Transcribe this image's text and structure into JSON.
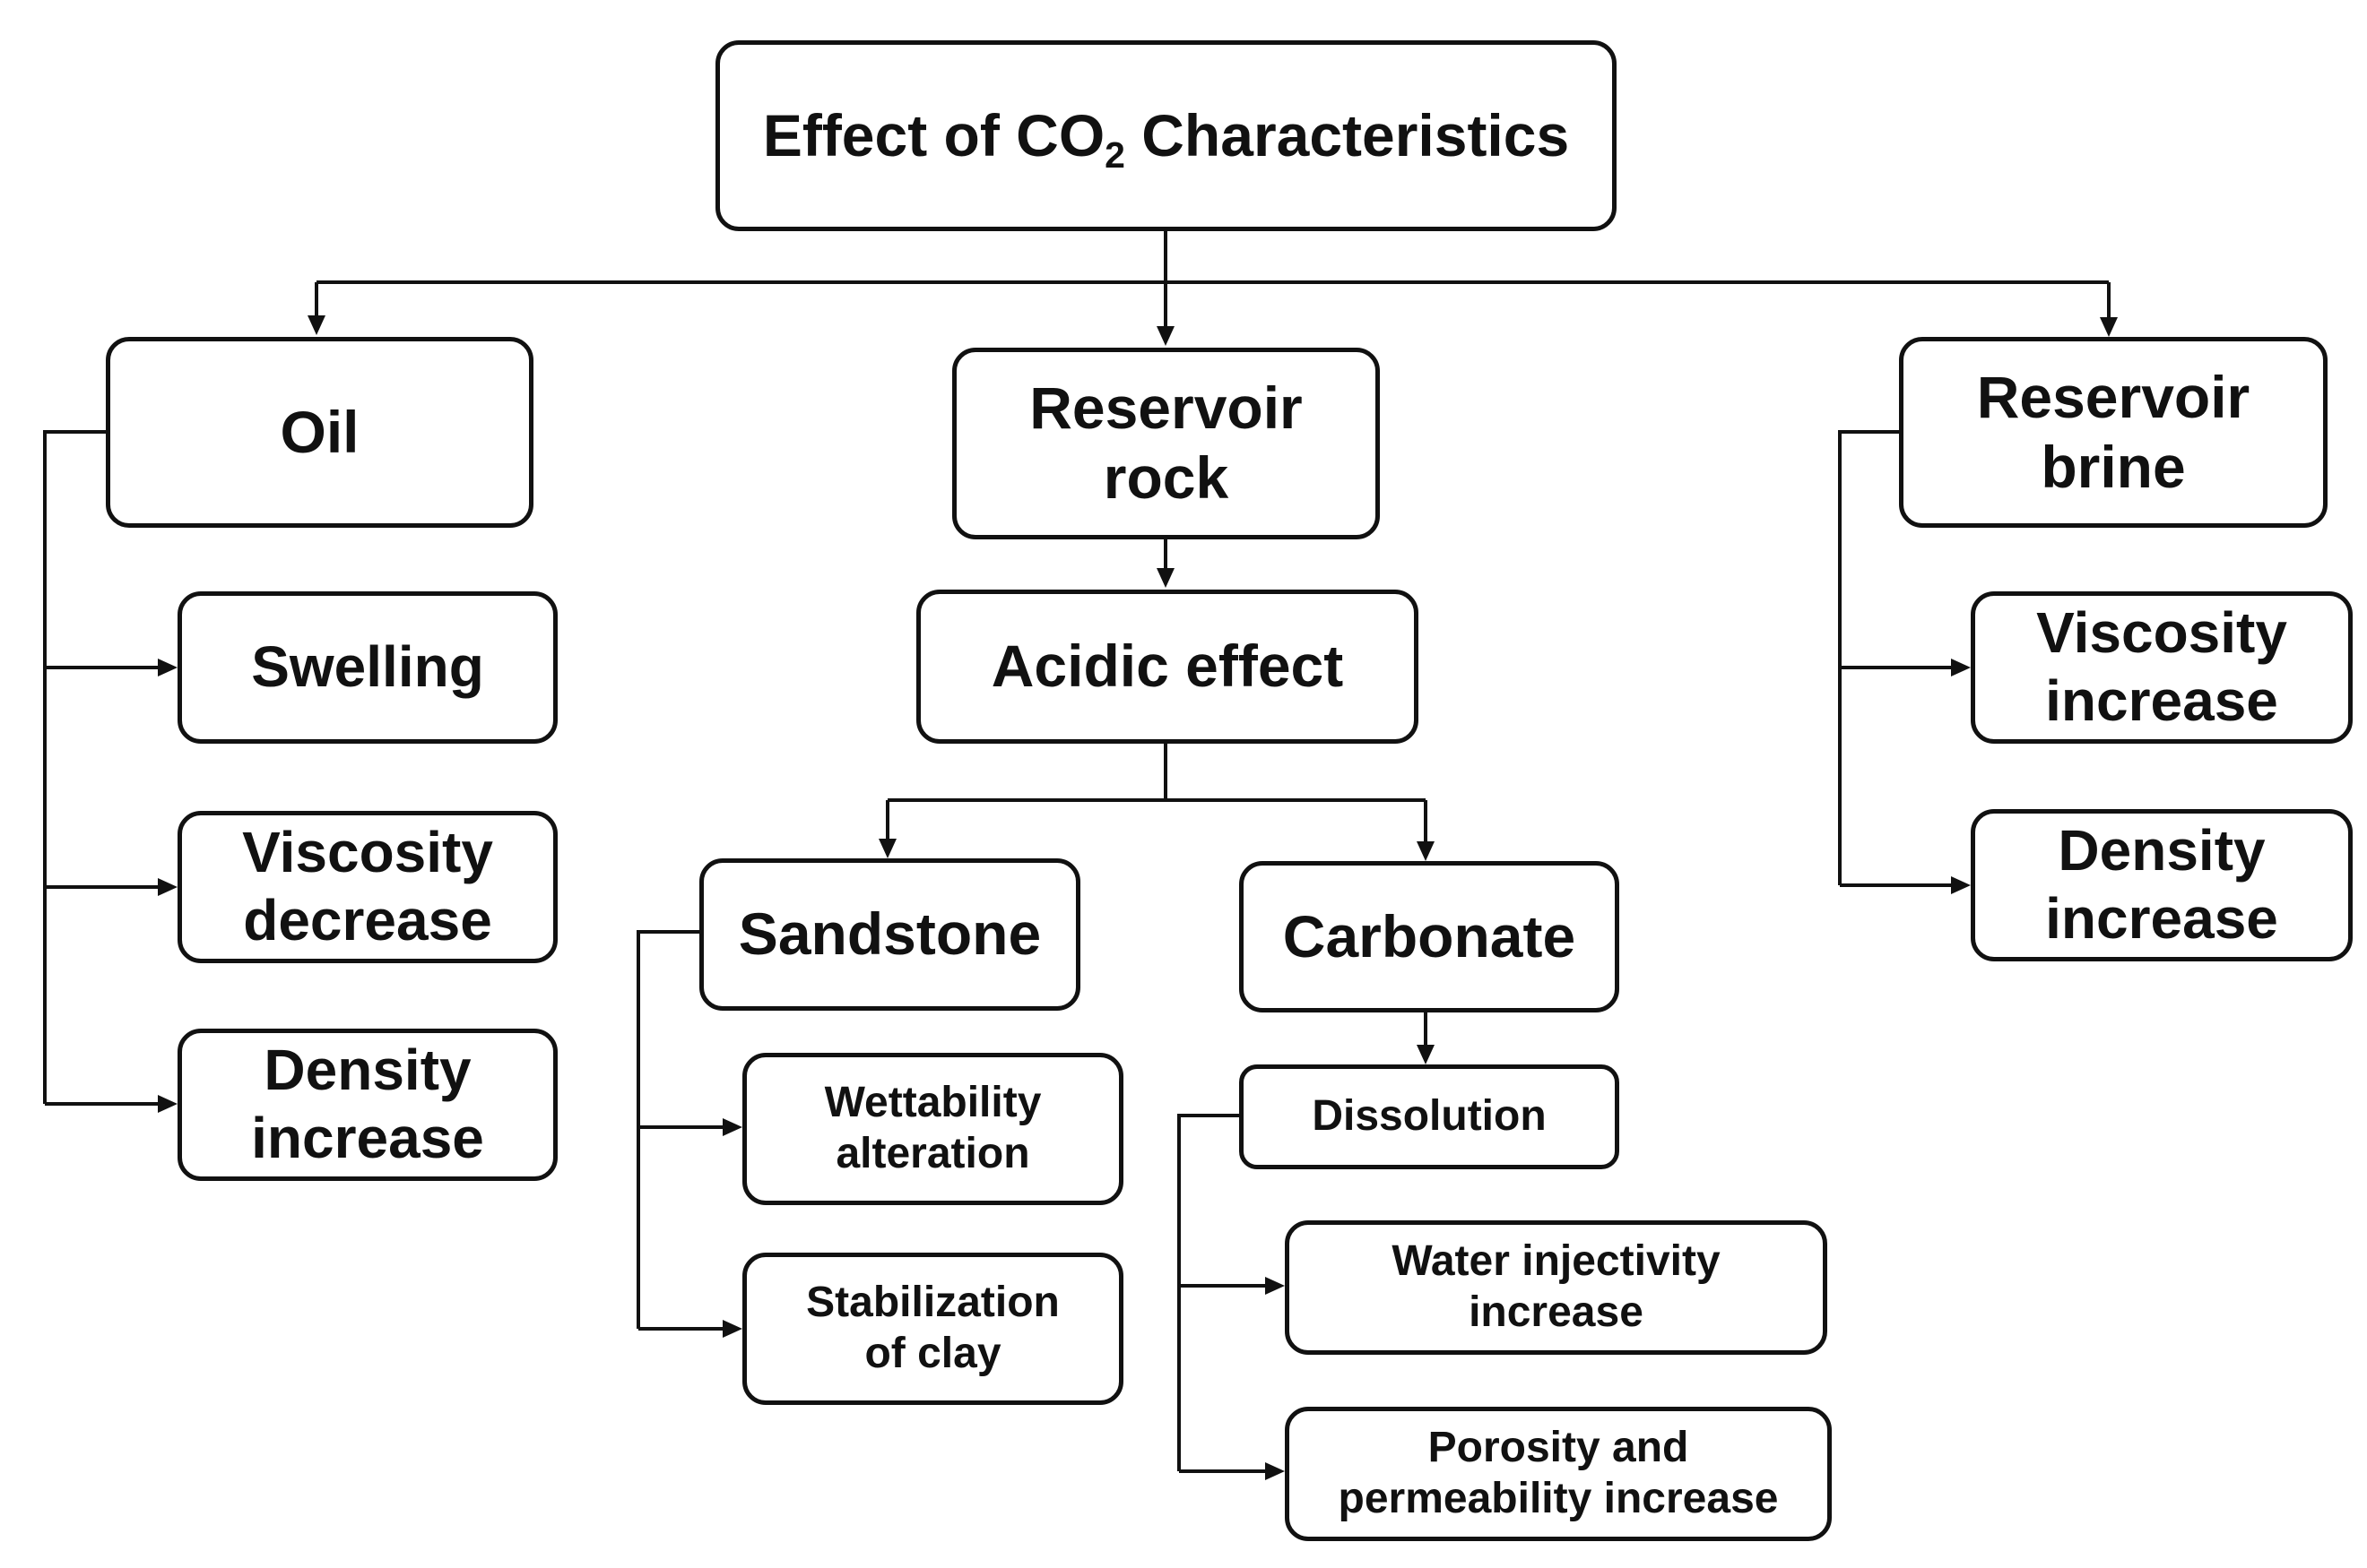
{
  "root": {
    "text_before_subscript": "Effect of CO",
    "subscript": "2",
    "text_after_subscript": " Characteristics"
  },
  "oil": {
    "title": "Oil",
    "effects": [
      {
        "line1": "Swelling",
        "line2": ""
      },
      {
        "line1": "Viscosity",
        "line2": "decrease"
      },
      {
        "line1": "Density",
        "line2": "increase"
      }
    ]
  },
  "rock": {
    "title_line1": "Reservoir",
    "title_line2": "rock",
    "acidic_effect": "Acidic effect",
    "sandstone": {
      "title": "Sandstone",
      "effects": [
        {
          "line1": "Wettability",
          "line2": "alteration"
        },
        {
          "line1": "Stabilization",
          "line2": "of clay"
        }
      ]
    },
    "carbonate": {
      "title": "Carbonate",
      "dissolution": "Dissolution",
      "effects": [
        {
          "line1": "Water injectivity",
          "line2": "increase"
        },
        {
          "line1": "Porosity and",
          "line2": "permeability increase"
        }
      ]
    }
  },
  "brine": {
    "title_line1": "Reservoir",
    "title_line2": "brine",
    "effects": [
      {
        "line1": "Viscosity",
        "line2": "increase"
      },
      {
        "line1": "Density",
        "line2": "increase"
      }
    ]
  }
}
